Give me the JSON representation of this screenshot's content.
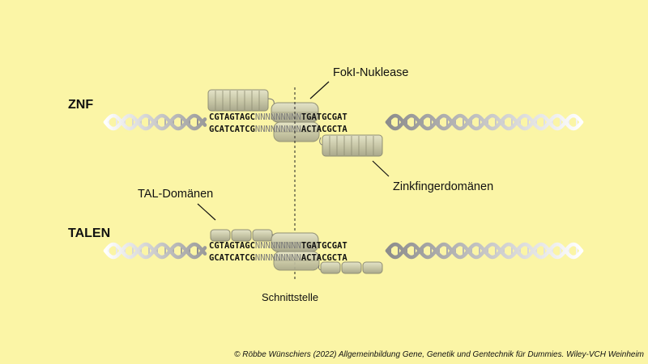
{
  "rows": [
    {
      "title": "ZNF",
      "seq_top": {
        "left": "CGTAGTAGC",
        "spacer": "NNNNNNNNN",
        "right": "TGATGCGAT"
      },
      "seq_bottom": {
        "left": "GCATCATCG",
        "spacer": "NNNNNNNNN",
        "right": "ACTACGCTA"
      }
    },
    {
      "title": "TALEN",
      "seq_top": {
        "left": "CGTAGTAGC",
        "spacer": "NNNNNNNNN",
        "right": "TGATGCGAT"
      },
      "seq_bottom": {
        "left": "GCATCATCG",
        "spacer": "NNNNNNNNN",
        "right": "ACTACGCTA"
      }
    }
  ],
  "labels": {
    "fokl": "FokI-Nuklease",
    "zinkfinger": "Zinkfingerdomänen",
    "tal": "TAL-Domänen",
    "schnitt": "Schnittstelle"
  },
  "credit": "© Röbbe Wünschiers (2022) Allgemeinbildung Gene, Genetik und Gentechnik für Dummies. Wiley-VCH Weinheim",
  "colors": {
    "background": "#fbf5a6",
    "protein_fill": "#c9c8a8",
    "protein_stroke": "#8f8e74",
    "dna_light": "#f4f4f4",
    "dna_dark": "#8c8c8c",
    "spacer_text": "#7a7a7a"
  }
}
